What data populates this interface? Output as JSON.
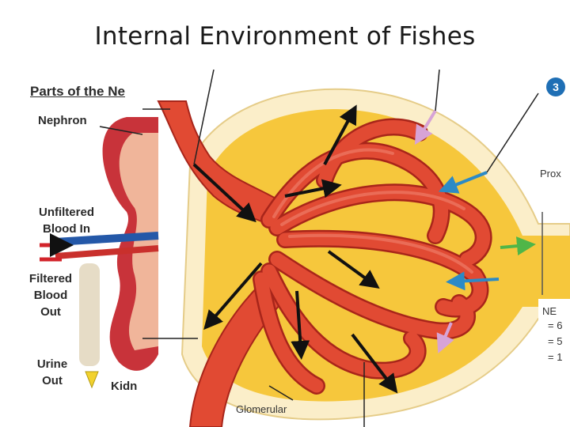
{
  "slide": {
    "title": "Internal Environment of Fishes"
  },
  "inset": {
    "heading": "Parts of the Ne",
    "nephron": "Nephron",
    "unfiltered_blood_in": "Unfiltered\nBlood In",
    "filtered_blood_out": "Filtered\nBlood\nOut",
    "urine_out": "Urine\nOut",
    "kidney": "Kidn"
  },
  "main": {
    "step_badge": "3",
    "proximal_label": "Prox",
    "ne_label": "NE",
    "eq_1": "= 6",
    "eq_2": "= 5",
    "eq_3": "= 1",
    "glomerular_label": "Glomerular"
  },
  "colors": {
    "vessel_red": "#e14a33",
    "vessel_dark": "#a8251a",
    "capsule_yellow": "#f6c73c",
    "capsule_cream": "#fbeec9",
    "arrow_blue": "#2c8ac6",
    "arrow_green": "#4fb648",
    "arrow_pink": "#d7a3d6"
  }
}
